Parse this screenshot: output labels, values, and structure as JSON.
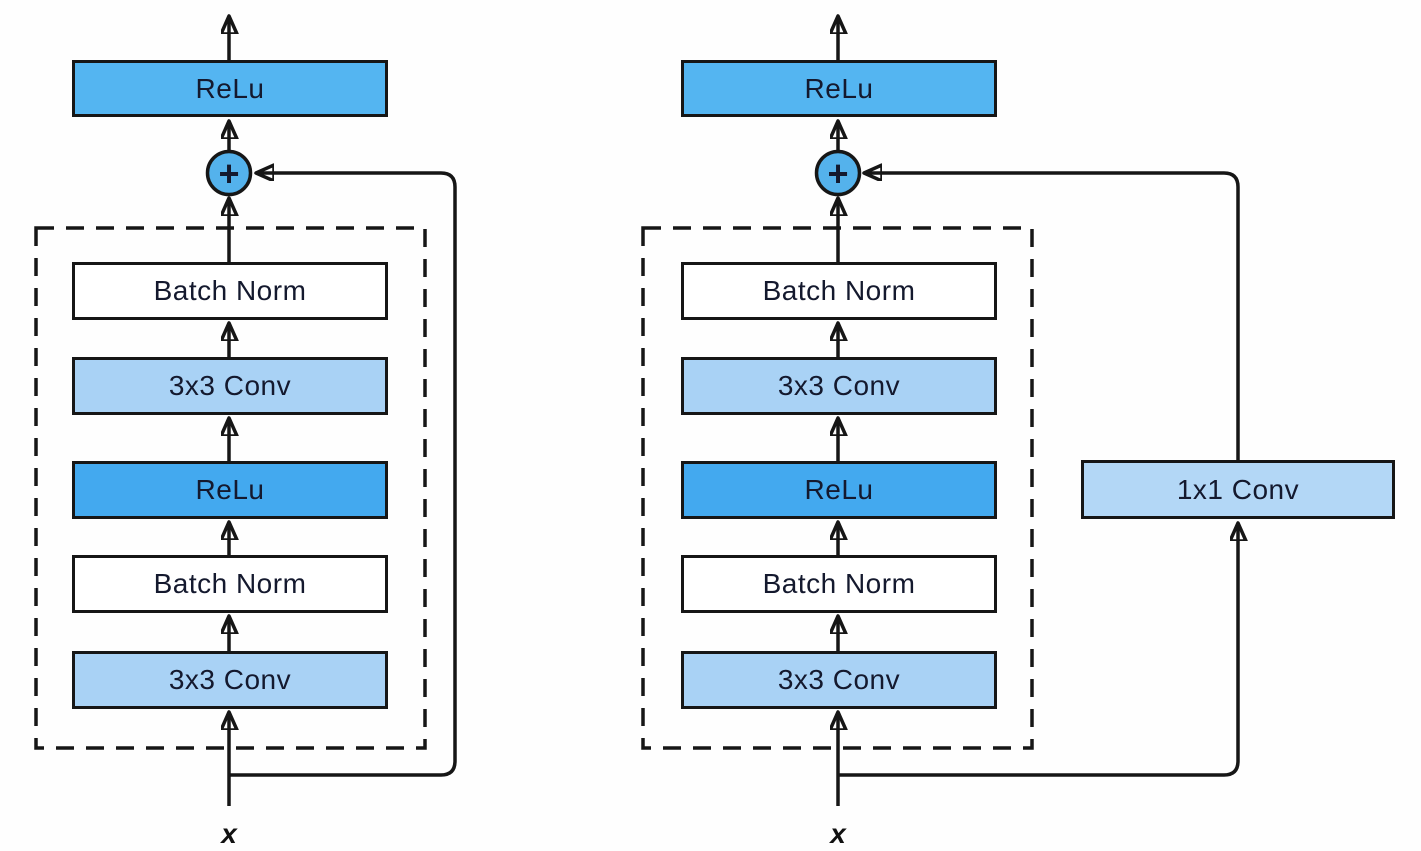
{
  "colors": {
    "background": "#fefefe",
    "stroke": "#161616",
    "label-text": "#14192e",
    "box-relu-top": "#54b5f1",
    "box-relu-inner": "#43a9ef",
    "box-conv": "#a9d2f5",
    "box-conv-1x1": "#b3d7f6",
    "box-batch-norm": "#ffffff",
    "plus-circle": "#54b2ec"
  },
  "left_block": {
    "output_activation": "ReLu",
    "merge_operator": "+",
    "layers": [
      "Batch Norm",
      "3x3 Conv",
      "ReLu",
      "Batch Norm",
      "3x3 Conv"
    ],
    "input_label": "x"
  },
  "right_block": {
    "output_activation": "ReLu",
    "merge_operator": "+",
    "layers": [
      "Batch Norm",
      "3x3 Conv",
      "ReLu",
      "Batch Norm",
      "3x3 Conv"
    ],
    "shortcut_layer": "1x1 Conv",
    "input_label": "x"
  }
}
